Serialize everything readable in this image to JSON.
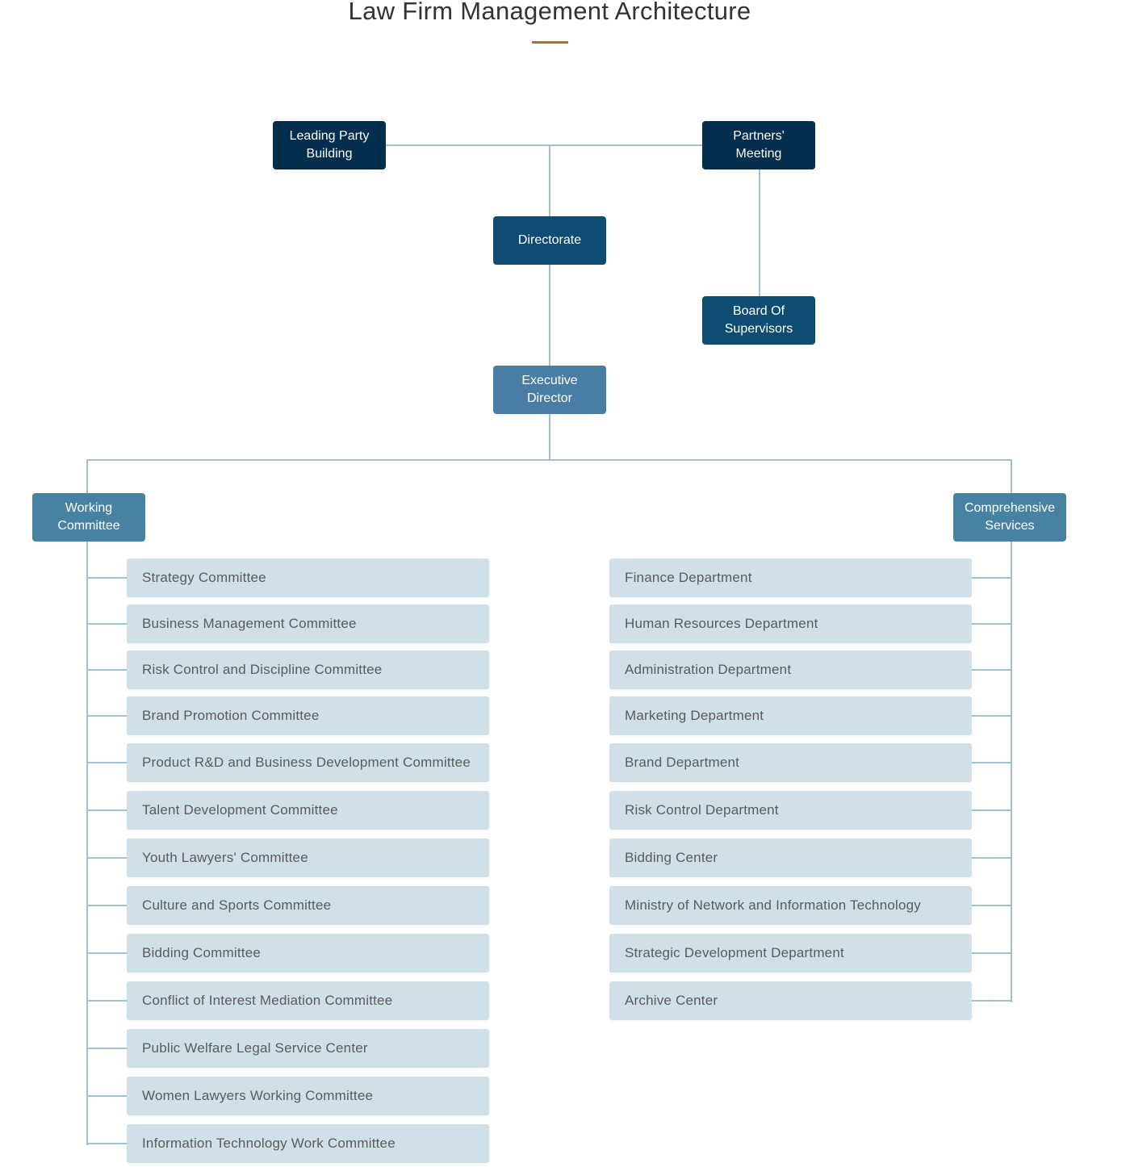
{
  "title": "Law Firm Management Architecture",
  "colors": {
    "accent": "#a07a1a",
    "top_node": "#032e4d",
    "mid_node": "#0d4d71",
    "exec_node": "#4a7da3",
    "branch_node": "#4782a3",
    "item_bg": "#d0e0e8",
    "connector": "#9dc1d1"
  },
  "nodes": {
    "leading_party": "Leading Party Building",
    "partners_meeting": "Partners' Meeting",
    "directorate": "Directorate",
    "board_supervisors": "Board Of Supervisors",
    "executive_director": "Executive Director",
    "working_committee": "Working Committee",
    "comprehensive_services": "Comprehensive Services"
  },
  "working_committees": [
    "Strategy Committee",
    "Business Management Committee",
    "Risk Control and Discipline Committee",
    "Brand Promotion Committee",
    "Product R&D and Business Development Committee",
    "Talent Development Committee",
    "Youth Lawyers' Committee",
    "Culture and Sports Committee",
    "Bidding Committee",
    "Conflict of Interest Mediation Committee",
    "Public Welfare Legal Service Center",
    "Women Lawyers Working Committee",
    "Information Technology Work Committee"
  ],
  "comprehensive_services": [
    "Finance Department",
    "Human Resources Department",
    "Administration Department",
    "Marketing Department",
    "Brand Department",
    "Risk Control Department",
    "Bidding Center",
    "Ministry of Network and Information Technology",
    "Strategic Development Department",
    "Archive Center"
  ]
}
